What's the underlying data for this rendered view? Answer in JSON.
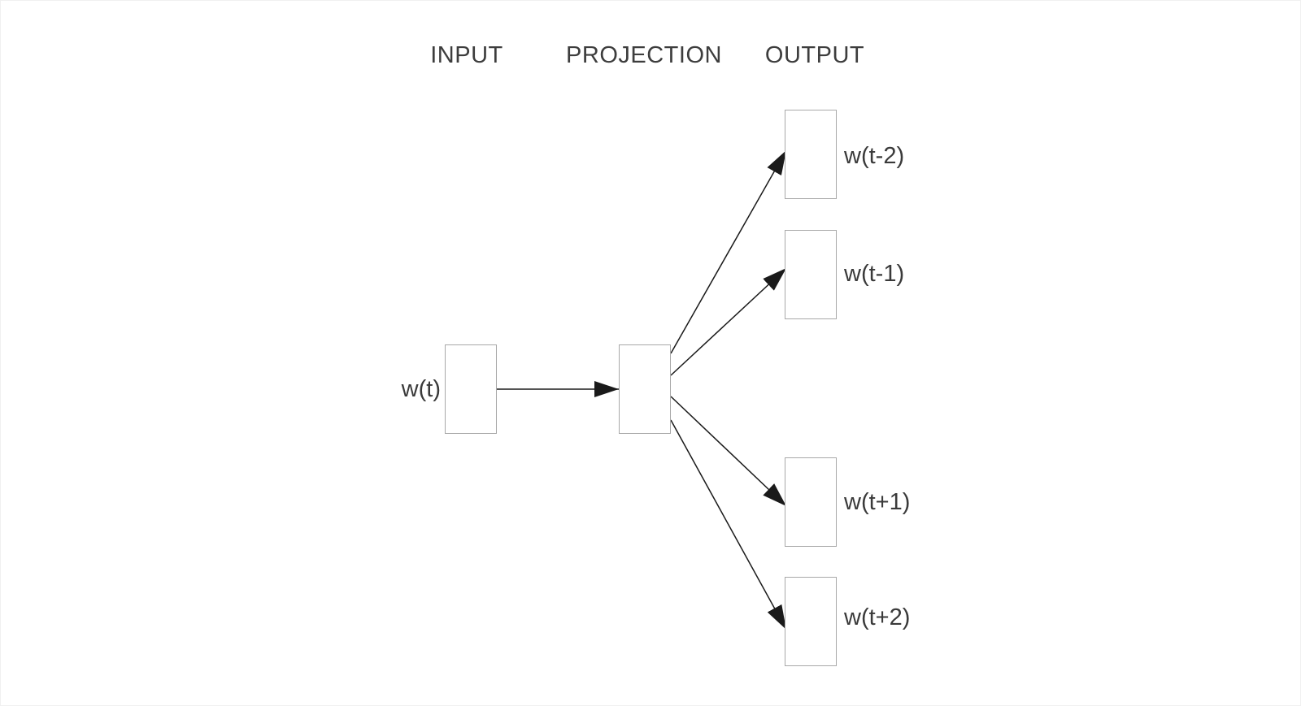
{
  "diagram": {
    "columns": [
      {
        "label": "INPUT"
      },
      {
        "label": "PROJECTION"
      },
      {
        "label": "OUTPUT"
      }
    ],
    "input_node": {
      "label": "w(t)"
    },
    "projection_node": {
      "label": ""
    },
    "output_nodes": [
      {
        "label": "w(t-2)"
      },
      {
        "label": "w(t-1)"
      },
      {
        "label": "w(t+1)"
      },
      {
        "label": "w(t+2)"
      }
    ],
    "edges": [
      {
        "from": "w(t)",
        "to": "projection",
        "arrow": "filled-triangle"
      },
      {
        "from": "projection",
        "to": "w(t-2)",
        "arrow": "filled-triangle"
      },
      {
        "from": "projection",
        "to": "w(t-1)",
        "arrow": "filled-triangle"
      },
      {
        "from": "projection",
        "to": "w(t+1)",
        "arrow": "filled-triangle"
      },
      {
        "from": "projection",
        "to": "w(t+2)",
        "arrow": "filled-triangle"
      }
    ],
    "colors": {
      "background": "#ffffff",
      "box_border": "#a8a8a8",
      "edge_line": "#1a1a1a",
      "text": "#3a3a3a"
    }
  }
}
